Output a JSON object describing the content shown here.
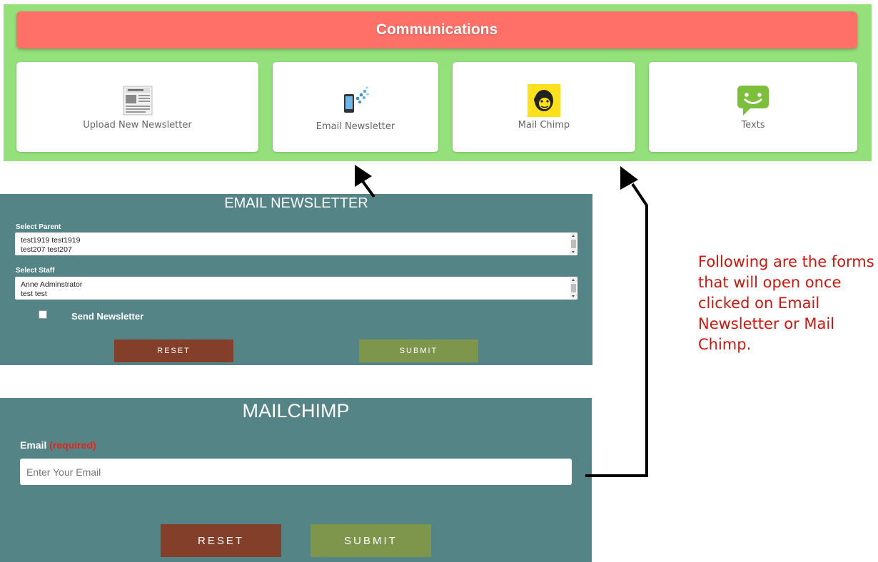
{
  "communications": {
    "title": "Communications",
    "tiles": [
      {
        "label": "Upload New Newsletter",
        "icon": "newsletter-icon"
      },
      {
        "label": "Email Newsletter",
        "icon": "email-newsletter-icon"
      },
      {
        "label": "Mail Chimp",
        "icon": "mailchimp-icon"
      },
      {
        "label": "Texts",
        "icon": "texts-icon"
      }
    ]
  },
  "email_newsletter": {
    "title": "EMAIL NEWSLETTER",
    "select_parent_label": "Select Parent",
    "parents": [
      "test1919 test1919",
      "test207 test207"
    ],
    "select_staff_label": "Select Staff",
    "staff": [
      "Anne Adminstrator",
      "test test"
    ],
    "send_newsletter_label": "Send Newsletter",
    "send_newsletter_checked": false,
    "reset_label": "RESET",
    "submit_label": "SUBMIT"
  },
  "mailchimp": {
    "title": "MAILCHIMP",
    "email_label": "Email",
    "required_label": "(required)",
    "email_placeholder": "Enter Your Email",
    "reset_label": "RESET",
    "submit_label": "SUBMIT"
  },
  "annotation": {
    "note": "Following are the forms that will open once clicked on Email Newsletter or Mail Chimp."
  },
  "colors": {
    "panel_green": "#94e07a",
    "header_red": "#ff7168",
    "form_teal": "#558487",
    "reset_brown": "#833f2a",
    "submit_olive": "#7d964b",
    "note_red": "#d0160c"
  }
}
